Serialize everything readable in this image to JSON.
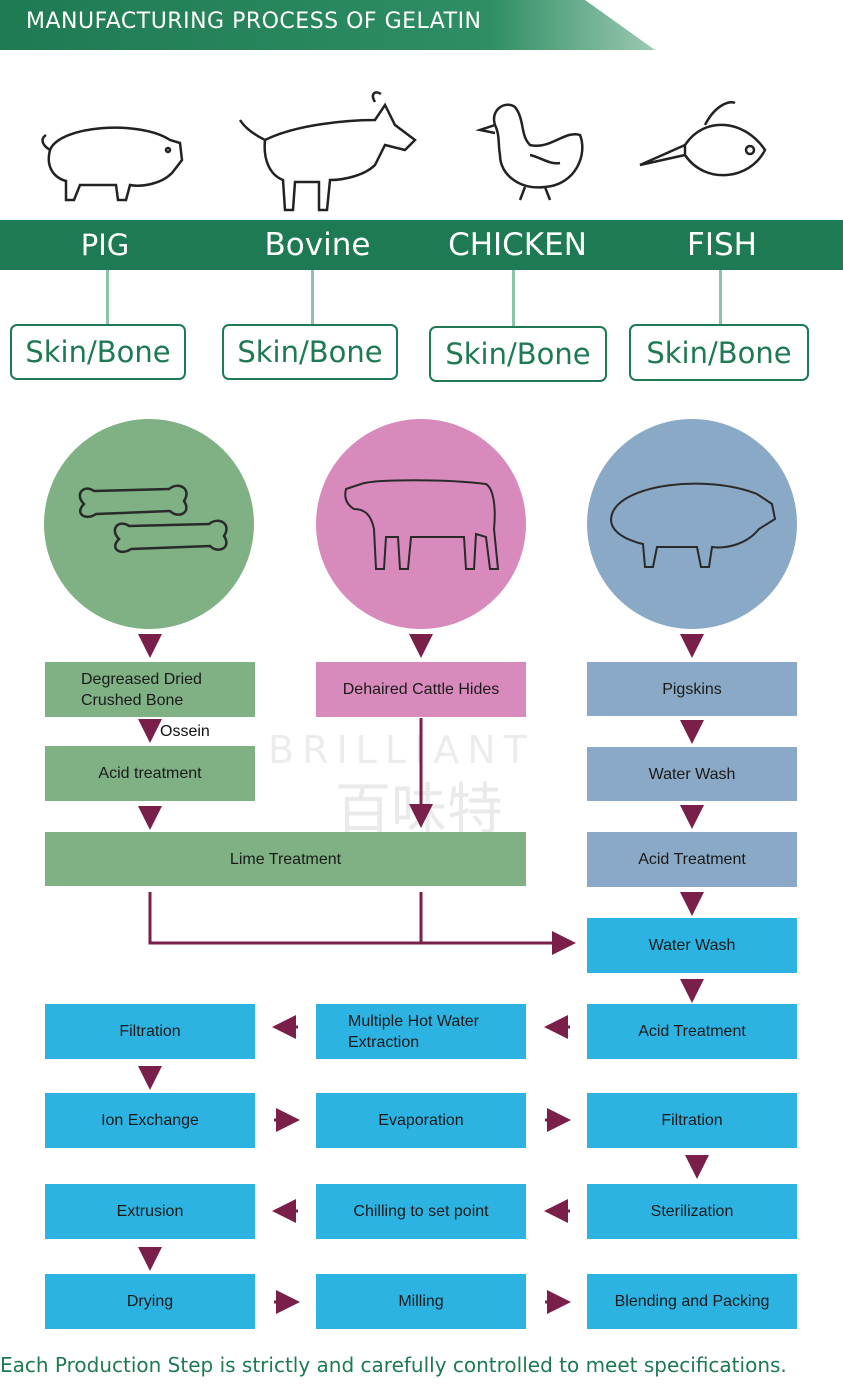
{
  "header": {
    "title": "MANUFACTURING PROCESS OF GELATIN"
  },
  "animals": [
    {
      "name": "PIG",
      "icon": "pig-icon"
    },
    {
      "name": "Bovine",
      "icon": "bovine-icon"
    },
    {
      "name": "CHICKEN",
      "icon": "chicken-icon"
    },
    {
      "name": "FISH",
      "icon": "fish-icon"
    }
  ],
  "skin_labels": [
    "Skin/Bone",
    "Skin/Bone",
    "Skin/Bone",
    "Skin/Bone"
  ],
  "sources": {
    "bone": {
      "icon": "bones-icon"
    },
    "hides": {
      "icon": "cow-icon"
    },
    "pigskins": {
      "icon": "pig-icon"
    }
  },
  "steps": {
    "bone_1": "Degreased Dried\nCrushed Bone",
    "ossein": "Ossein",
    "bone_2": "Acid treatment",
    "lime": "Lime Treatment",
    "hides_1": "Dehaired Cattle Hides",
    "pig_1": "Pigskins",
    "pig_2": "Water Wash",
    "pig_3": "Acid Treatment",
    "pig_4": "Water Wash",
    "r1_c": "Acid Treatment",
    "r1_b": "Multiple Hot Water\nExtraction",
    "r1_a": "Filtration",
    "r2_a": "Ion Exchange",
    "r2_b": "Evaporation",
    "r2_c": "Filtration",
    "r3_c": "Sterilization",
    "r3_b": "Chilling to set point",
    "r3_a": "Extrusion",
    "r4_a": "Drying",
    "r4_b": "Milling",
    "r4_c": "Blending and Packing"
  },
  "watermark": {
    "en": "BRILLIANT",
    "cn": "百味特"
  },
  "footer": "Each Production Step is strictly and carefully controlled to meet specifications.",
  "colors": {
    "brand_green": "#1e7a52",
    "bone_green": "#7fb184",
    "hide_pink": "#d98abd",
    "pig_blue": "#8aa9c6",
    "process_cyan": "#2cb3e2",
    "arrow": "#7a1f4a"
  }
}
